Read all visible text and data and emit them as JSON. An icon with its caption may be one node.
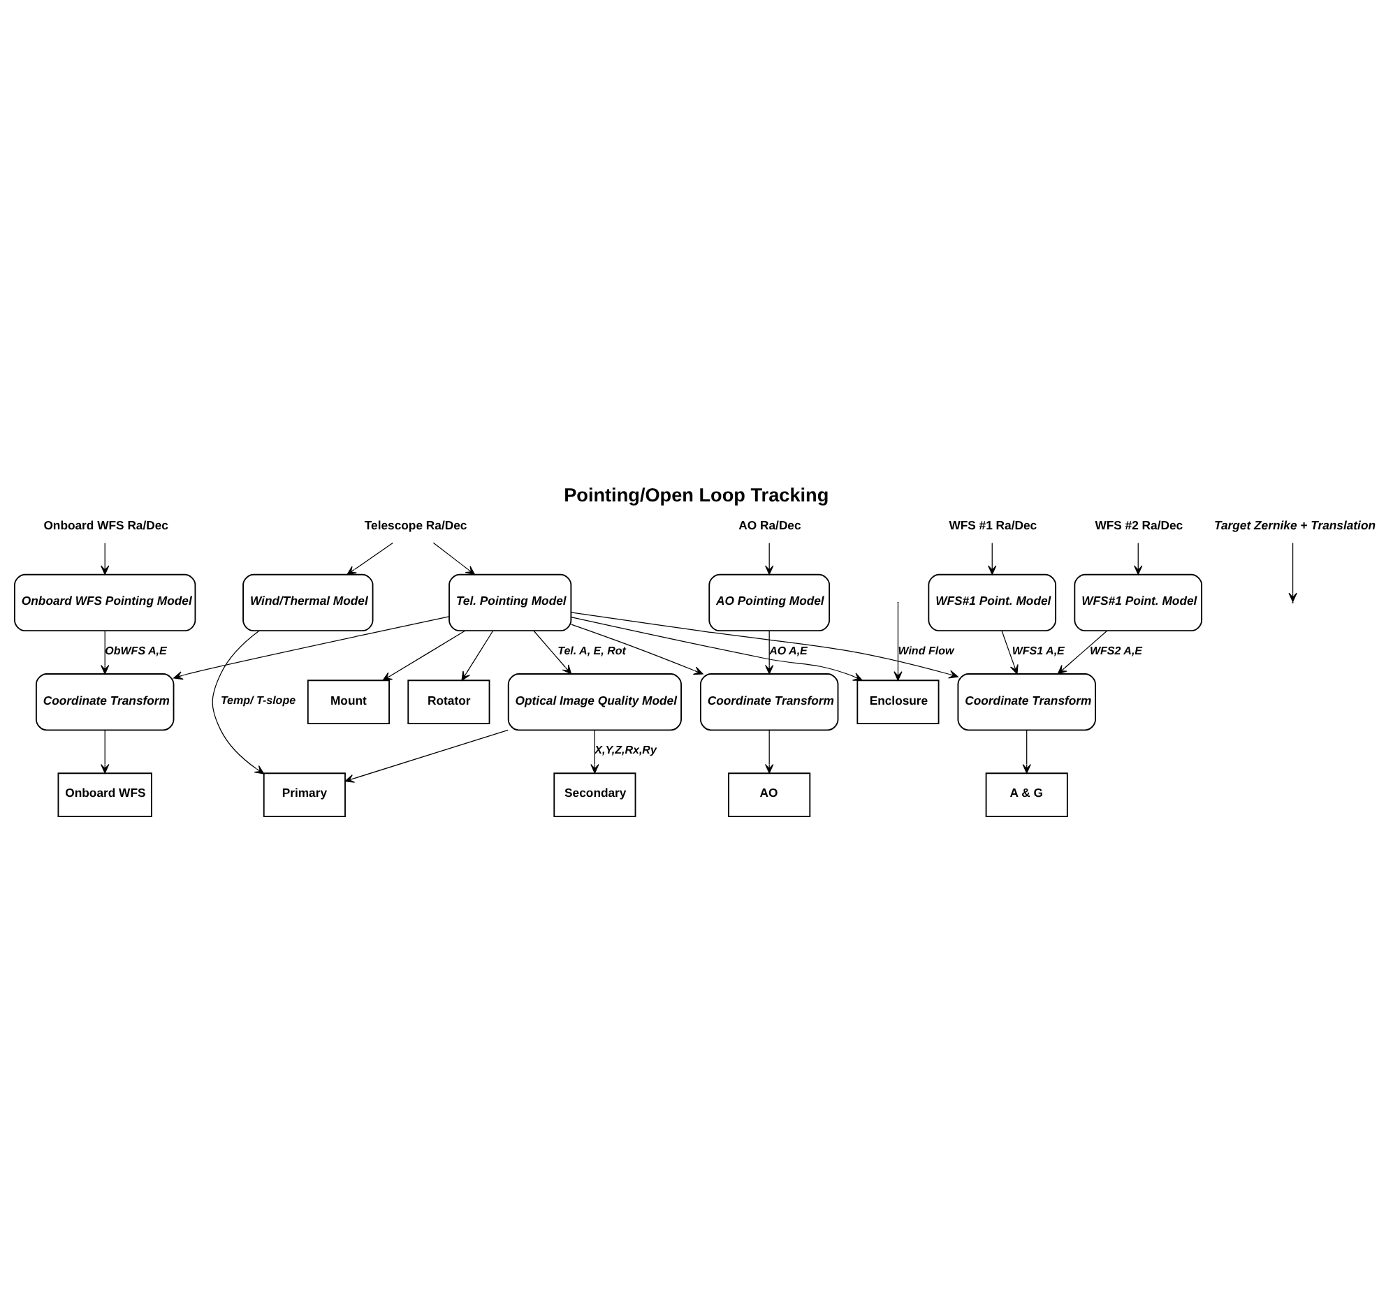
{
  "diagram": {
    "title": "Pointing/Open Loop Tracking",
    "nodes": [
      {
        "text": [
          "Telescope Ra/Dec"
        ]
      },
      {
        "text": [
          "WFS #1 Ra/Dec"
        ]
      },
      {
        "text": [
          "WFS #2 Ra/Dec"
        ]
      },
      {
        "text": [
          "AO Ra/Dec"
        ]
      },
      {
        "text": [
          "Onboard WFS Ra/Dec"
        ]
      },
      {
        "text": [
          "Wind/Thermal Model"
        ]
      },
      {
        "text": [
          "Tel. Pointing Model"
        ]
      },
      {
        "text": [
          "WFS#1 Point. Model"
        ]
      },
      {
        "text": [
          "WFS#1 Point. Model"
        ]
      },
      {
        "text": [
          "AO Pointing Model"
        ]
      },
      {
        "text": [
          "Onboard WFS Pointing Model"
        ]
      },
      {
        "text": [
          "Optical Image Quality Model"
        ]
      },
      {
        "text": [
          "Coordinate Transform"
        ]
      },
      {
        "text": [
          "Coordinate Transform"
        ]
      },
      {
        "text": [
          "Coordinate Transform"
        ]
      },
      {
        "text": [
          "Primary"
        ]
      },
      {
        "text": [
          "Secondary"
        ]
      },
      {
        "text": [
          "A & G"
        ]
      },
      {
        "text": [
          "AO"
        ]
      },
      {
        "text": [
          "Onboard WFS"
        ]
      },
      {
        "text": [
          "Enclosure"
        ]
      },
      {
        "text": [
          "Mount"
        ]
      },
      {
        "text": [
          "Rotator"
        ]
      },
      {
        "text": [
          "Target Zernike + Translation"
        ]
      }
    ],
    "edges": [
      {
        "from": 0,
        "to": 5,
        "arrow": "to"
      },
      {
        "from": 0,
        "to": 6,
        "arrow": "to"
      },
      {
        "from": 1,
        "to": 7,
        "arrow": "to"
      },
      {
        "from": 2,
        "to": 8,
        "arrow": "to"
      },
      {
        "from": 3,
        "to": 9,
        "arrow": "to"
      },
      {
        "from": 4,
        "to": 10,
        "arrow": "to"
      },
      {
        "from": 5,
        "to": 15,
        "arrow": "to",
        "label": "Temp/ T-slope"
      },
      {
        "from": 6,
        "to": 11,
        "arrow": "to",
        "label": "Tel. A, E, Rot"
      },
      {
        "from": 6,
        "to": 12,
        "arrow": "to"
      },
      {
        "from": 6,
        "to": 13,
        "arrow": "to"
      },
      {
        "from": 6,
        "to": 14,
        "arrow": "to"
      },
      {
        "from": 6,
        "to": 20,
        "arrow": "to"
      },
      {
        "from": 6,
        "to": 21,
        "arrow": "to"
      },
      {
        "from": 6,
        "to": 22,
        "arrow": "to"
      },
      {
        "from": 7,
        "to": 12,
        "arrow": "to",
        "label": "WFS1 A,E"
      },
      {
        "from": 8,
        "to": 12,
        "arrow": "to",
        "label": "WFS2 A,E"
      },
      {
        "from": 9,
        "to": 13,
        "arrow": "to",
        "label": "AO A,E"
      },
      {
        "from": 10,
        "to": 14,
        "arrow": "to",
        "label": "ObWFS A,E"
      },
      {
        "from": 11,
        "to": 15,
        "arrow": "to"
      },
      {
        "from": 11,
        "to": 16,
        "arrow": "to",
        "label": "X,Y,Z,Rx,Ry"
      },
      {
        "from": 12,
        "to": 17,
        "arrow": "to"
      },
      {
        "from": 13,
        "to": 18,
        "arrow": "to"
      },
      {
        "from": 14,
        "to": 19,
        "arrow": "to"
      },
      {
        "from": null,
        "to": 20,
        "arrow": "to",
        "label": "Wind Flow"
      },
      {
        "from": 23,
        "to": null,
        "arrow": "to"
      }
    ]
  }
}
